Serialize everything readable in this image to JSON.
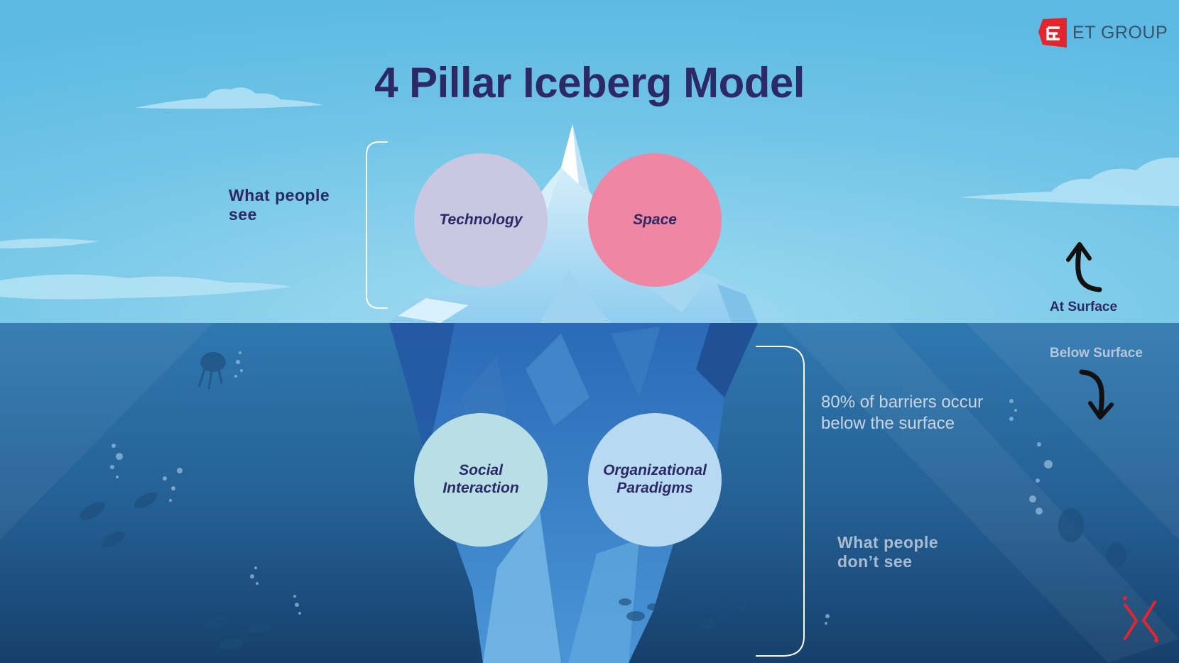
{
  "title": "4 Pillar Iceberg Model",
  "brand": {
    "name": "ET GROUP",
    "accent": "#e3262d"
  },
  "pillars": {
    "technology": "Technology",
    "space": "Space",
    "social": "Social Interaction",
    "organizational": "Organizational Paradigms"
  },
  "labels": {
    "what_people_see": "What people see",
    "what_people_dont_see": "What people don’t see",
    "barriers": "80% of barriers occur below the surface",
    "at_surface": "At Surface",
    "below_surface": "Below Surface"
  },
  "colors": {
    "sky": "#6ec3e6",
    "water": "#2b6fa6",
    "deep_water": "#17436f",
    "technology": "#c9c7e2",
    "space": "#ef86a3",
    "social": "#b8dfe6",
    "organizational": "#b7d9f1",
    "title": "#2c2a66"
  },
  "icons": [
    "et-group-logo-icon",
    "up-arrow-icon",
    "down-arrow-icon",
    "corner-mark-icon"
  ]
}
